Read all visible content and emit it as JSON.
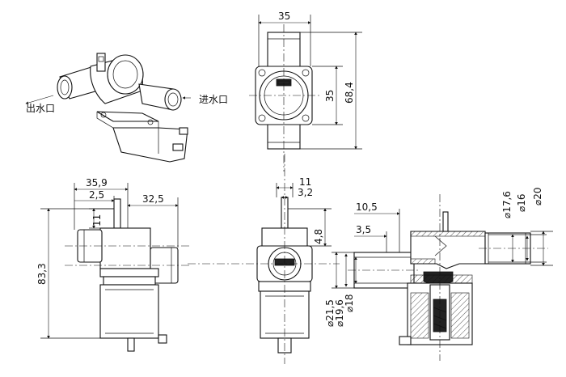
{
  "labels": {
    "outlet": "出水口",
    "inlet": "进水口"
  },
  "dimensions": {
    "top_width": "35",
    "top_inner_height": "35",
    "top_total_height": "68,4",
    "front_total_width": "35,9",
    "front_offset": "2,5",
    "front_right_width": "32,5",
    "front_terminal": "11",
    "front_total_height": "83,3",
    "side_width": "11",
    "side_terminal": "3,2",
    "side_height": "4,8",
    "section_len1": "10,5",
    "section_len2": "3,5",
    "dia_21_5": "⌀21,5",
    "dia_19_6": "⌀19,6",
    "dia_18": "⌀18",
    "dia_17_6": "⌀17,6",
    "dia_16": "⌀16",
    "dia_20": "⌀20"
  }
}
